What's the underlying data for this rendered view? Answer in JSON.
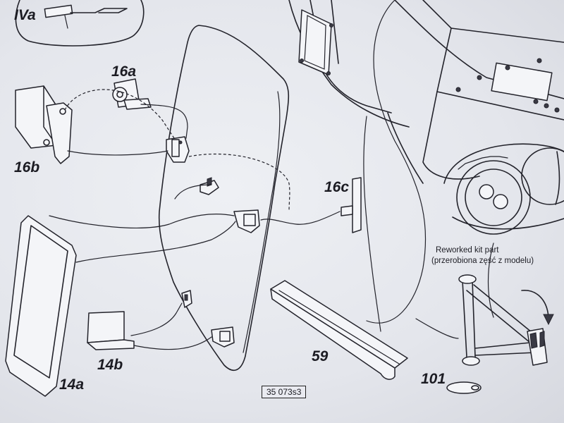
{
  "labels": {
    "step": "IVa",
    "p16a": "16a",
    "p16b": "16b",
    "p16c": "16c",
    "p14a": "14a",
    "p14b": "14b",
    "p59": "59",
    "p101": "101"
  },
  "note": {
    "line1": "Reworked kit part",
    "line2": "(przerobiona zęść z modelu)"
  },
  "sheet_code": "35 073s3"
}
